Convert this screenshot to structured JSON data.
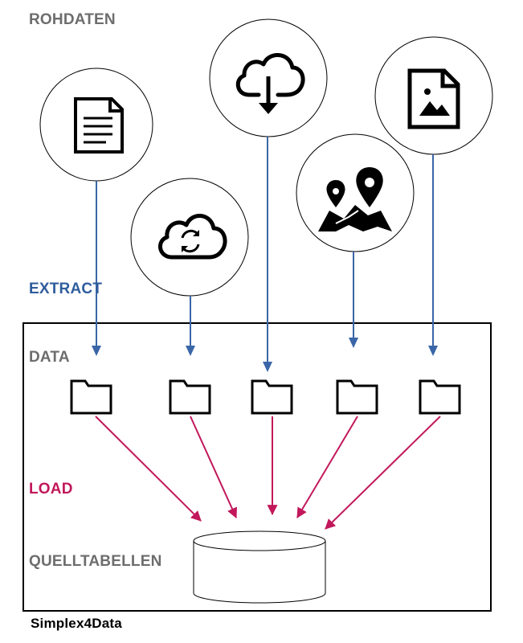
{
  "labels": {
    "raw_data": "ROHDATEN",
    "extract": "EXTRACT",
    "data": "DATA",
    "load": "LOAD",
    "source_tables": "QUELLTABELLEN",
    "system": "Simplex4Data"
  },
  "sources": [
    {
      "icon": "document-icon"
    },
    {
      "icon": "cloud-sync-icon"
    },
    {
      "icon": "cloud-download-icon"
    },
    {
      "icon": "map-pins-icon"
    },
    {
      "icon": "image-file-icon"
    }
  ],
  "colors": {
    "extract_arrow": "#3a66a8",
    "load_arrow": "#c2185b",
    "raw_label": "#6d6d6d",
    "extract_label": "#2f5d9c",
    "load_label": "#c2185b"
  }
}
